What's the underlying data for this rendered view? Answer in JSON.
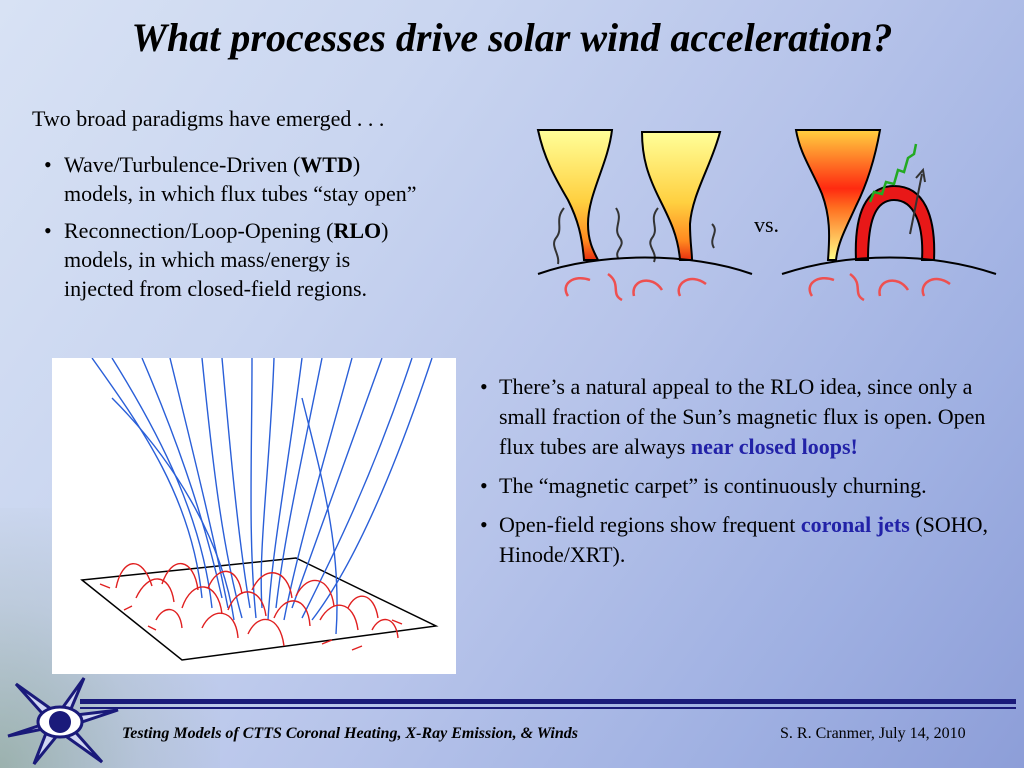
{
  "slide": {
    "title": "What processes drive solar wind acceleration?",
    "intro": "Two broad paradigms have emerged . . .",
    "paradigms": [
      {
        "pre": "Wave/Turbulence-Driven  (",
        "acronym": "WTD",
        "post": ")",
        "line2": "models, in which flux tubes “stay open”"
      },
      {
        "pre": "Reconnection/Loop-Opening  (",
        "acronym": "RLO",
        "post": ")",
        "line2": "models, in which mass/energy is",
        "line3": "injected from closed-field regions."
      }
    ],
    "vs_label": "vs.",
    "points": [
      {
        "text": "There’s a natural appeal to the RLO idea, since only a small fraction of the Sun’s magnetic flux is open.  Open flux tubes are always ",
        "highlight": "near closed loops!",
        "after": ""
      },
      {
        "text": "The “magnetic carpet” is continuously churning.",
        "highlight": "",
        "after": ""
      },
      {
        "text": "Open-field regions show frequent ",
        "highlight": "coronal jets",
        "after": "  (SOHO, Hinode/XRT)."
      }
    ],
    "colors": {
      "highlight": "#2222a8",
      "flux_line": "#2a5fd8",
      "loop": "#e02020",
      "footer_rule": "#1a1a7a"
    }
  },
  "footer": {
    "left": "Testing Models of CTTS Coronal Heating, X-Ray Emission, & Winds",
    "right": "S. R. Cranmer, July 14, 2010"
  },
  "icons": {
    "logo": "star-eye-logo-icon"
  }
}
